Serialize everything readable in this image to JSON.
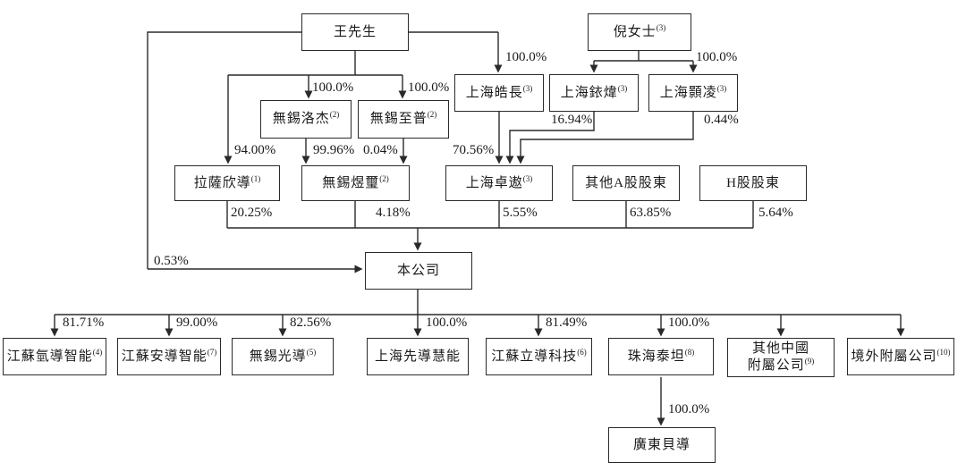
{
  "diagram_type": "corporate-shareholding-structure",
  "nodes": {
    "wang": {
      "name": "王先生",
      "sup": ""
    },
    "ni": {
      "name": "倪女士",
      "sup": "(3)"
    },
    "wuxi_luojie": {
      "name": "無錫洛杰",
      "sup": "(2)"
    },
    "wuxi_zhipu": {
      "name": "無錫至普",
      "sup": "(2)"
    },
    "sh_haochang": {
      "name": "上海皓長",
      "sup": "(3)"
    },
    "sh_yiwei": {
      "name": "上海銥煒",
      "sup": "(3)"
    },
    "sh_haoling": {
      "name": "上海顥凌",
      "sup": "(3)"
    },
    "lasa_xindao": {
      "name": "拉薩欣導",
      "sup": "(1)"
    },
    "wuxi_yuxi": {
      "name": "無錫煜璽",
      "sup": "(2)"
    },
    "sh_zhuoao": {
      "name": "上海卓遨",
      "sup": "(3)"
    },
    "other_a": {
      "name": "其他A股股東",
      "sup": ""
    },
    "h_holders": {
      "name": "H股股東",
      "sup": ""
    },
    "company": {
      "name": "本公司",
      "sup": ""
    },
    "js_qingdao": {
      "name": "江蘇氫導智能",
      "sup": "(4)"
    },
    "js_andao": {
      "name": "江蘇安導智能",
      "sup": "(7)"
    },
    "wx_guangdao": {
      "name": "無錫光導",
      "sup": "(5)"
    },
    "sh_xiandao": {
      "name": "上海先導慧能",
      "sup": ""
    },
    "js_lidao": {
      "name": "江蘇立導科技",
      "sup": "(6)"
    },
    "zh_taitan": {
      "name": "珠海泰坦",
      "sup": "(8)"
    },
    "other_cn": {
      "line1": "其他中國",
      "line2": "附屬公司",
      "sup": "(9)"
    },
    "overseas": {
      "name": "境外附屬公司",
      "sup": "(10)"
    },
    "gd_beidao": {
      "name": "廣東貝導",
      "sup": ""
    }
  },
  "ownership": {
    "wang_to_luojie": "100.0%",
    "wang_to_zhipu": "100.0%",
    "wang_to_haochang": "100.0%",
    "ni_to_platforms": "100.0%",
    "wang_to_lasa": "94.00%",
    "luojie_to_yuxi": "99.96%",
    "zhipu_to_yuxi": "0.04%",
    "haochang_to_zhuoao": "70.56%",
    "yiwei_to_zhuoao": "16.94%",
    "haoling_to_zhuoao": "0.44%",
    "lasa_to_company": "20.25%",
    "yuxi_to_company": "4.18%",
    "zhuoao_to_company": "5.55%",
    "other_a_to_company": "63.85%",
    "h_to_company": "5.64%",
    "wang_to_company": "0.53%",
    "company_to_qingdao": "81.71%",
    "company_to_andao": "99.00%",
    "company_to_guangdao": "82.56%",
    "company_to_xiandao": "100.0%",
    "company_to_lidao": "81.49%",
    "company_to_taitan": "100.0%",
    "taitan_to_beidao": "100.0%"
  },
  "colors": {
    "line": "#2a2a2a",
    "text": "#1a1a1a",
    "background": "#ffffff"
  }
}
